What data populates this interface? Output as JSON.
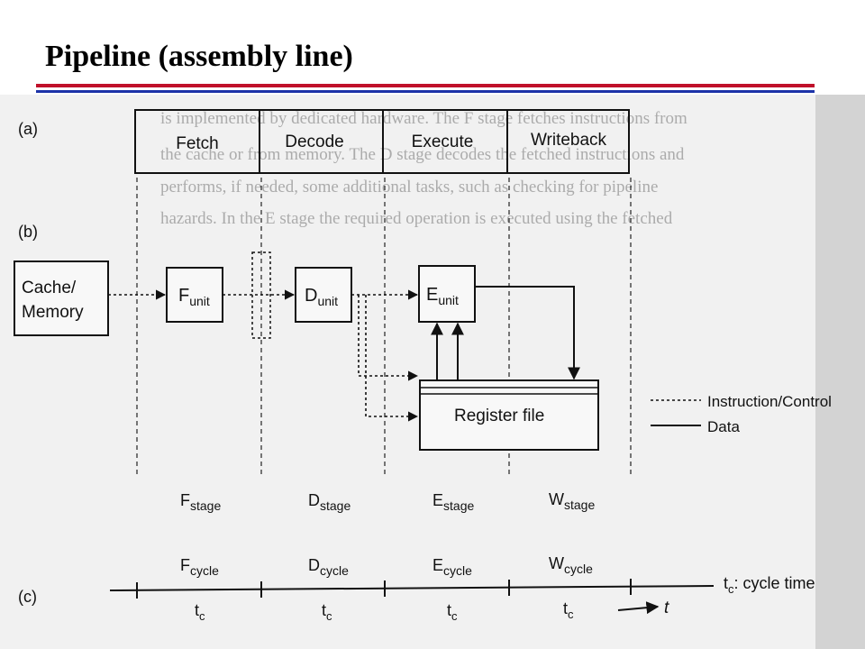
{
  "title": "Pipeline (assembly line)",
  "colors": {
    "title_rule_red": "#c0102a",
    "title_rule_blue": "#1c33a8",
    "scan_background": "#f1f1f1",
    "ink": "#111111"
  },
  "panel_labels": {
    "a": "(a)",
    "b": "(b)",
    "c": "(c)"
  },
  "stages": [
    {
      "name": "Fetch"
    },
    {
      "name": "Decode"
    },
    {
      "name": "Execute"
    },
    {
      "name": "Writeback"
    }
  ],
  "source_box": {
    "line1": "Cache/",
    "line2": "Memory"
  },
  "units": [
    {
      "base": "F",
      "sub": "unit"
    },
    {
      "base": "D",
      "sub": "unit"
    },
    {
      "base": "E",
      "sub": "unit"
    }
  ],
  "register_file": "Register file",
  "legend": {
    "control": "Instruction/Control",
    "data": "Data"
  },
  "stage_labels": [
    {
      "base": "F",
      "sub": "stage"
    },
    {
      "base": "D",
      "sub": "stage"
    },
    {
      "base": "E",
      "sub": "stage"
    },
    {
      "base": "W",
      "sub": "stage"
    }
  ],
  "cycle_labels": [
    {
      "base": "F",
      "sub": "cycle"
    },
    {
      "base": "D",
      "sub": "cycle"
    },
    {
      "base": "E",
      "sub": "cycle"
    },
    {
      "base": "W",
      "sub": "cycle"
    }
  ],
  "time_labels": [
    {
      "base": "t",
      "sub": "c"
    },
    {
      "base": "t",
      "sub": "c"
    },
    {
      "base": "t",
      "sub": "c"
    },
    {
      "base": "t",
      "sub": "c"
    }
  ],
  "axis_arrow_label": "t",
  "cycle_time_label": {
    "base": "t",
    "sub": "c",
    "rest": ": cycle time"
  },
  "bleed_through_text": [
    "is implemented by dedicated hardware. The F stage fetches instructions from",
    "the cache or from memory. The D stage decodes the fetched instructions and",
    "performs, if needed, some additional tasks, such as checking for pipeline",
    "hazards. In the E stage the required operation is executed using the fetched"
  ]
}
